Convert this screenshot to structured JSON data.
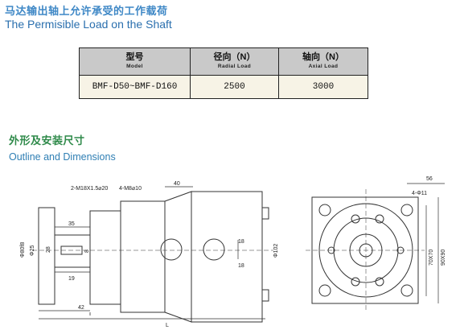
{
  "header": {
    "title_cn": "马达输出轴上允许承受的工作载荷",
    "title_en": "The Permisible Load on the Shaft"
  },
  "load_table": {
    "headers": [
      {
        "cn": "型号",
        "en": "Model"
      },
      {
        "cn": "径向（N）",
        "en": "Radial Load"
      },
      {
        "cn": "轴向（N）",
        "en": "Axial Load"
      }
    ],
    "rows": [
      [
        "BMF-D50~BMF-D160",
        "2500",
        "3000"
      ]
    ]
  },
  "outline": {
    "title_cn": "外形及安装尺寸",
    "title_en": "Outline and Dimensions"
  },
  "drawing": {
    "labels": {
      "thread_a": "2-M18X1.5",
      "thread_a_depth": "20",
      "thread_b": "4-M8",
      "thread_b_depth": "10",
      "dim_40": "40",
      "dim_35": "35",
      "dim_19": "19",
      "dim_42": "42",
      "dim_18_top": "18",
      "dim_18_bot": "18",
      "dim_L": "L",
      "dia_80": "Φ80f8",
      "dia_25": "Φ25",
      "dim_28": "28",
      "key_8": "8",
      "dia_102": "Φ102",
      "dim_56": "56",
      "hole_11": "4-Φ11",
      "dim_70": "70X70",
      "dim_90": "90X90"
    }
  }
}
